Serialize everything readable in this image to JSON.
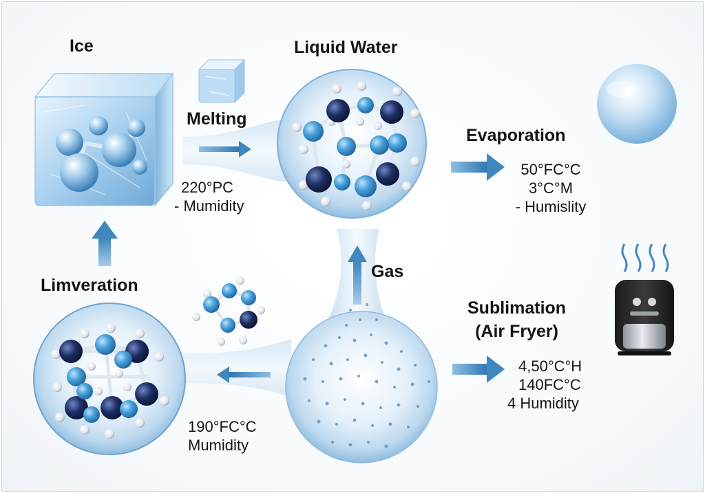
{
  "labels": {
    "ice": "Ice",
    "liquid_water": "Liquid Water",
    "melting": "Melting",
    "evaporation": "Evaporation",
    "gas": "Gas",
    "limveration": "Limveration",
    "sublimation_line1": "Sublimation",
    "sublimation_line2": "(Air Fryer)"
  },
  "notes": {
    "melting": [
      "220°PC",
      "- Mumidity"
    ],
    "evaporation": [
      "50°FC°C",
      "3°C°M",
      "- Humislity"
    ],
    "sublimation": [
      "4,50°C°H",
      "140FC°C",
      "4 Humidity"
    ],
    "limveration": [
      "190°FC°C",
      "Mumidity"
    ]
  },
  "colors": {
    "accent_arrow": "#3f87be",
    "bubble": "#cfe3f3",
    "atom_light": "#4aa3dc",
    "atom_dark": "#1d2f63",
    "hydrogen": "#e9ecef"
  }
}
